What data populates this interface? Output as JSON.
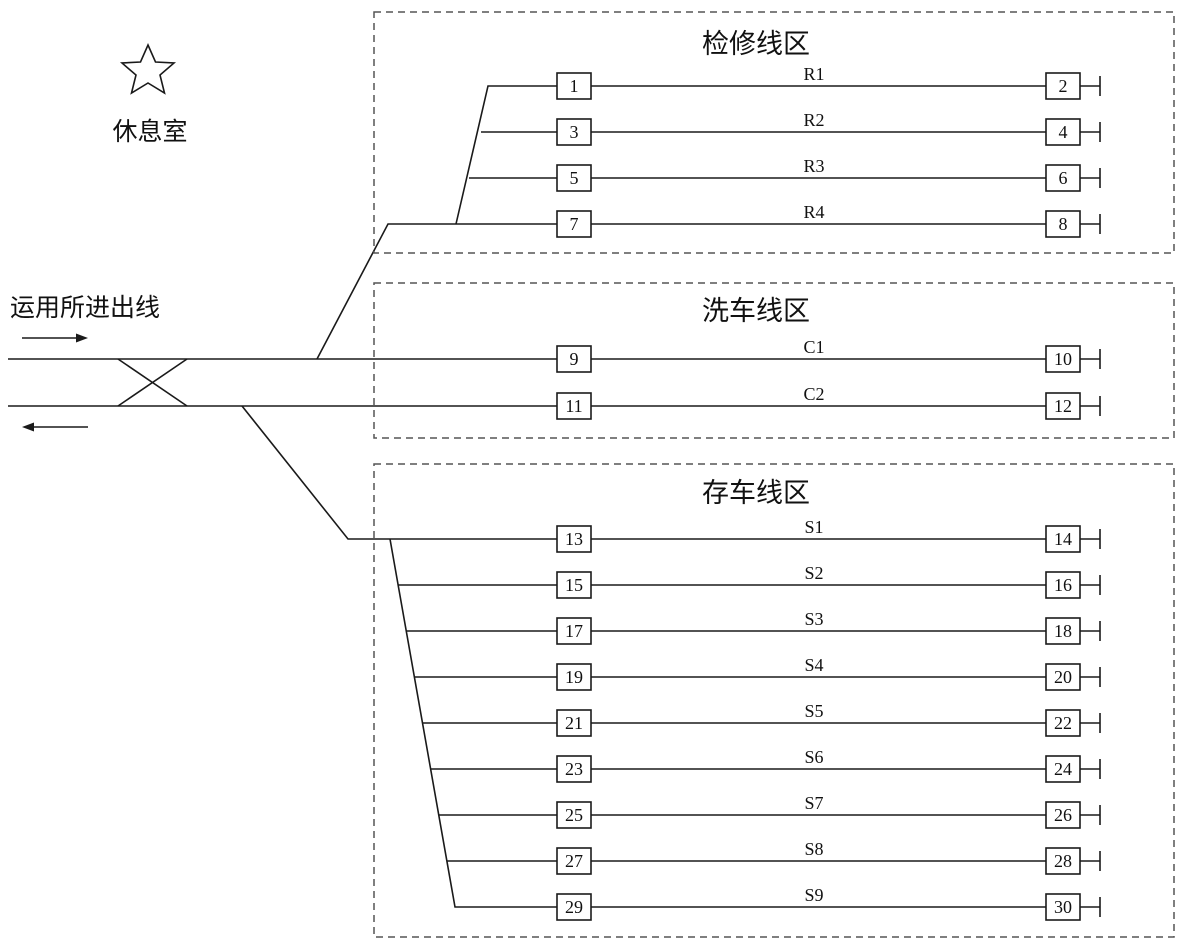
{
  "rest_room": {
    "icon": "star-outline-icon",
    "label": "休息室"
  },
  "entry_line_label": "运用所进出线",
  "zones": [
    {
      "title": "检修线区",
      "tracks": [
        {
          "name": "R1",
          "start": "1",
          "end": "2"
        },
        {
          "name": "R2",
          "start": "3",
          "end": "4"
        },
        {
          "name": "R3",
          "start": "5",
          "end": "6"
        },
        {
          "name": "R4",
          "start": "7",
          "end": "8"
        }
      ]
    },
    {
      "title": "洗车线区",
      "tracks": [
        {
          "name": "C1",
          "start": "9",
          "end": "10"
        },
        {
          "name": "C2",
          "start": "11",
          "end": "12"
        }
      ]
    },
    {
      "title": "存车线区",
      "tracks": [
        {
          "name": "S1",
          "start": "13",
          "end": "14"
        },
        {
          "name": "S2",
          "start": "15",
          "end": "16"
        },
        {
          "name": "S3",
          "start": "17",
          "end": "18"
        },
        {
          "name": "S4",
          "start": "19",
          "end": "20"
        },
        {
          "name": "S5",
          "start": "21",
          "end": "22"
        },
        {
          "name": "S6",
          "start": "23",
          "end": "24"
        },
        {
          "name": "S7",
          "start": "25",
          "end": "26"
        },
        {
          "name": "S8",
          "start": "27",
          "end": "28"
        },
        {
          "name": "S9",
          "start": "29",
          "end": "30"
        }
      ]
    }
  ]
}
